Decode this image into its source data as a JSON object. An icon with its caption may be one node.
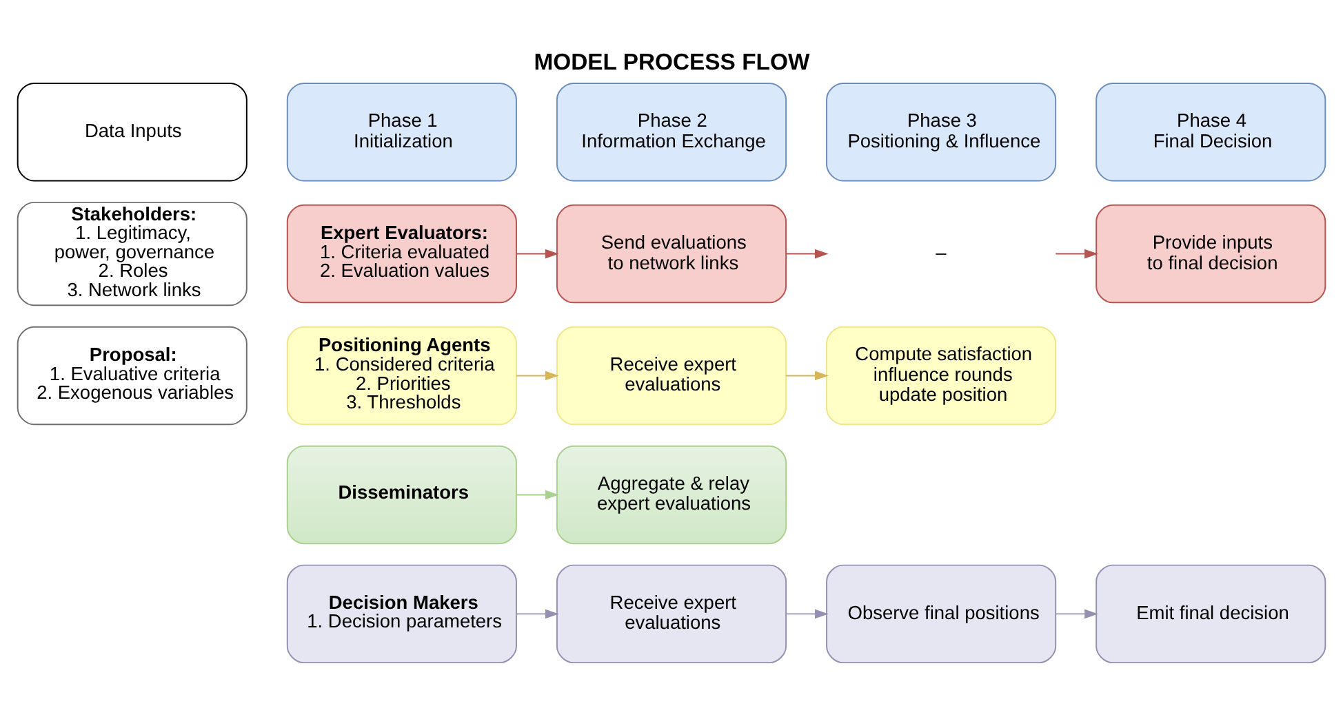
{
  "diagram": {
    "title": "MODEL PROCESS FLOW",
    "nodes": [
      {
        "text": [
          "Data Inputs"
        ]
      },
      {
        "text": [
          "Phase 1",
          "Initialization"
        ]
      },
      {
        "text": [
          "Phase 2",
          "Information Exchange"
        ]
      },
      {
        "text": [
          "Phase 3",
          "Positioning & Influence"
        ]
      },
      {
        "text": [
          "Phase 4",
          "Final Decision"
        ]
      },
      {
        "text": [
          "Stakeholders:",
          "1. Legitimacy, power, governance",
          "2. Roles",
          "3. Network links"
        ]
      },
      {
        "text": [
          "Expert Evaluators:",
          "1. Criteria evaluated",
          "2. Evaluation values"
        ]
      },
      {
        "text": [
          "Send evaluations to network links"
        ]
      },
      {
        "text": [
          "–"
        ]
      },
      {
        "text": [
          "Provide inputs to final decision"
        ]
      },
      {
        "text": [
          "Proposal:",
          "1. Evaluative criteria",
          "2. Exogenous variables"
        ]
      },
      {
        "text": [
          "Positioning Agents",
          "1. Considered criteria",
          "2. Priorities",
          "3. Thresholds"
        ]
      },
      {
        "text": [
          "Receive expert evaluations"
        ]
      },
      {
        "text": [
          "Compute satisfaction influence rounds update position"
        ]
      },
      {
        "text": [
          "Disseminators"
        ]
      },
      {
        "text": [
          "Aggregate & relay expert evaluations"
        ]
      },
      {
        "text": [
          "Decision Makers",
          "1. Decision parameters"
        ]
      },
      {
        "text": [
          "Receive expert evaluations"
        ]
      },
      {
        "text": [
          "Observe final positions"
        ]
      },
      {
        "text": [
          "Emit final decision"
        ]
      }
    ],
    "edges": [
      {
        "from": 6,
        "to": 7,
        "arrow": "to",
        "color": "#b85450"
      },
      {
        "from": 7,
        "to": 8,
        "arrow": "to",
        "color": "#b85450"
      },
      {
        "from": 8,
        "to": 9,
        "arrow": "to",
        "color": "#b85450"
      },
      {
        "from": 11,
        "to": 12,
        "arrow": "to",
        "color": "#d6b656"
      },
      {
        "from": 12,
        "to": 13,
        "arrow": "to",
        "color": "#d6b656"
      },
      {
        "from": 14,
        "to": 15,
        "arrow": "to",
        "color": "#a9d18e"
      },
      {
        "from": 16,
        "to": 17,
        "arrow": "to",
        "color": "#9590b0"
      },
      {
        "from": 17,
        "to": 18,
        "arrow": "to",
        "color": "#9590b0"
      },
      {
        "from": 18,
        "to": 19,
        "arrow": "to",
        "color": "#9590b0"
      }
    ]
  }
}
